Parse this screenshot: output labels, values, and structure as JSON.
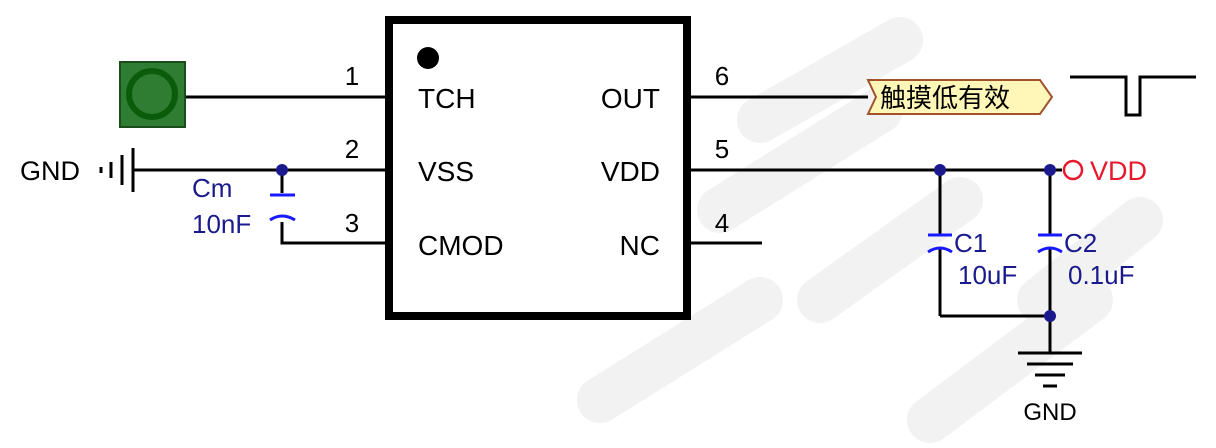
{
  "chip": {
    "pins": [
      {
        "num": "1",
        "name": "TCH"
      },
      {
        "num": "2",
        "name": "VSS"
      },
      {
        "num": "3",
        "name": "CMOD"
      },
      {
        "num": "4",
        "name": "NC"
      },
      {
        "num": "5",
        "name": "VDD"
      },
      {
        "num": "6",
        "name": "OUT"
      }
    ]
  },
  "components": {
    "cm": {
      "ref": "Cm",
      "value": "10nF"
    },
    "c1": {
      "ref": "C1",
      "value": "10uF"
    },
    "c2": {
      "ref": "C2",
      "value": "0.1uF"
    }
  },
  "nets": {
    "gnd_left": "GND",
    "gnd_bottom": "GND",
    "vdd": "VDD",
    "out_label": "触摸低有效"
  },
  "colors": {
    "wire": "#000000",
    "junction": "#1a1a8c",
    "capacitor": "#1a1aff",
    "component_text": "#1a1a8c",
    "vdd_port": "#e8192c",
    "net_label_fill": "#fff7b8",
    "net_label_stroke": "#a0522d",
    "touch_pad_fill": "#2e7d32",
    "touch_pad_ring": "#0a5c0a",
    "watermark": "#f2f2f2"
  }
}
